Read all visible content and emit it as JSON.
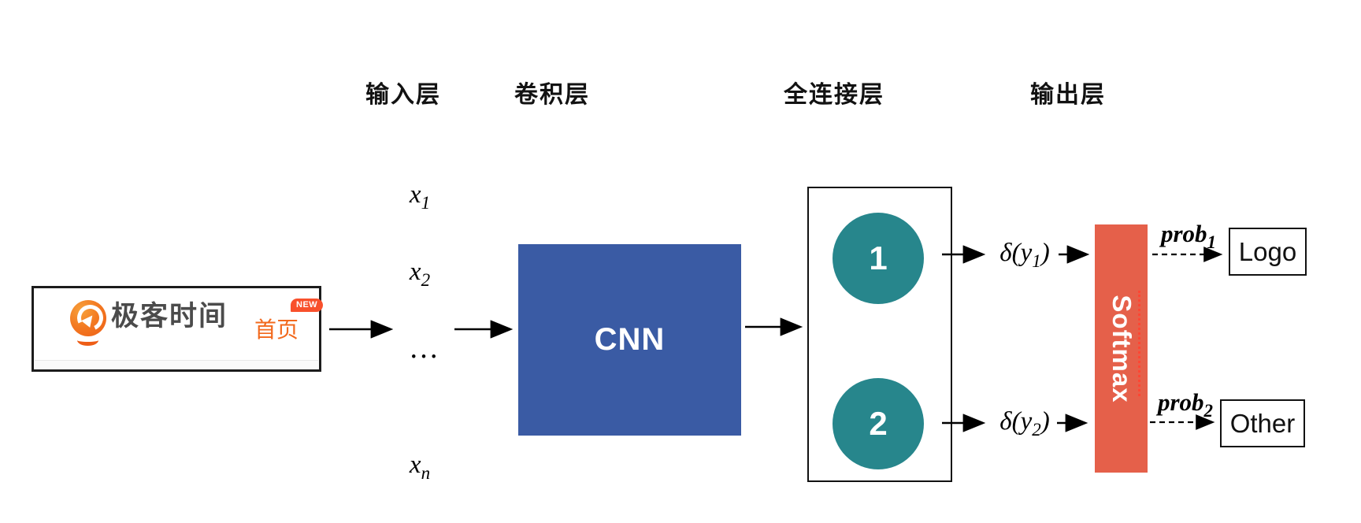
{
  "layers": {
    "input": "输入层",
    "conv": "卷积层",
    "fc": "全连接层",
    "output": "输出层"
  },
  "card": {
    "brand": "极客时间",
    "nav_home": "首页",
    "badge": "NEW"
  },
  "inputs": {
    "x1_base": "x",
    "x1_sub": "1",
    "x2_base": "x",
    "x2_sub": "2",
    "dots": "…",
    "xn_base": "x",
    "xn_sub": "n"
  },
  "cnn_label": "CNN",
  "fc_neurons": {
    "n1": "1",
    "n2": "2"
  },
  "activations": {
    "d1_pre": "δ(y",
    "d1_sub": "1",
    "d1_post": ")",
    "d2_pre": "δ(y",
    "d2_sub": "2",
    "d2_post": ")"
  },
  "softmax_label": "Softmax",
  "outputs": {
    "prob_base": "prob",
    "prob1_sub": "1",
    "prob2_sub": "2",
    "logo": "Logo",
    "other": "Other"
  },
  "colors": {
    "cnn_blue": "#3a5ba4",
    "neuron_teal": "#27868c",
    "softmax_red": "#e5604a",
    "brand_orange": "#f2691d",
    "badge_red": "#f8502c"
  }
}
